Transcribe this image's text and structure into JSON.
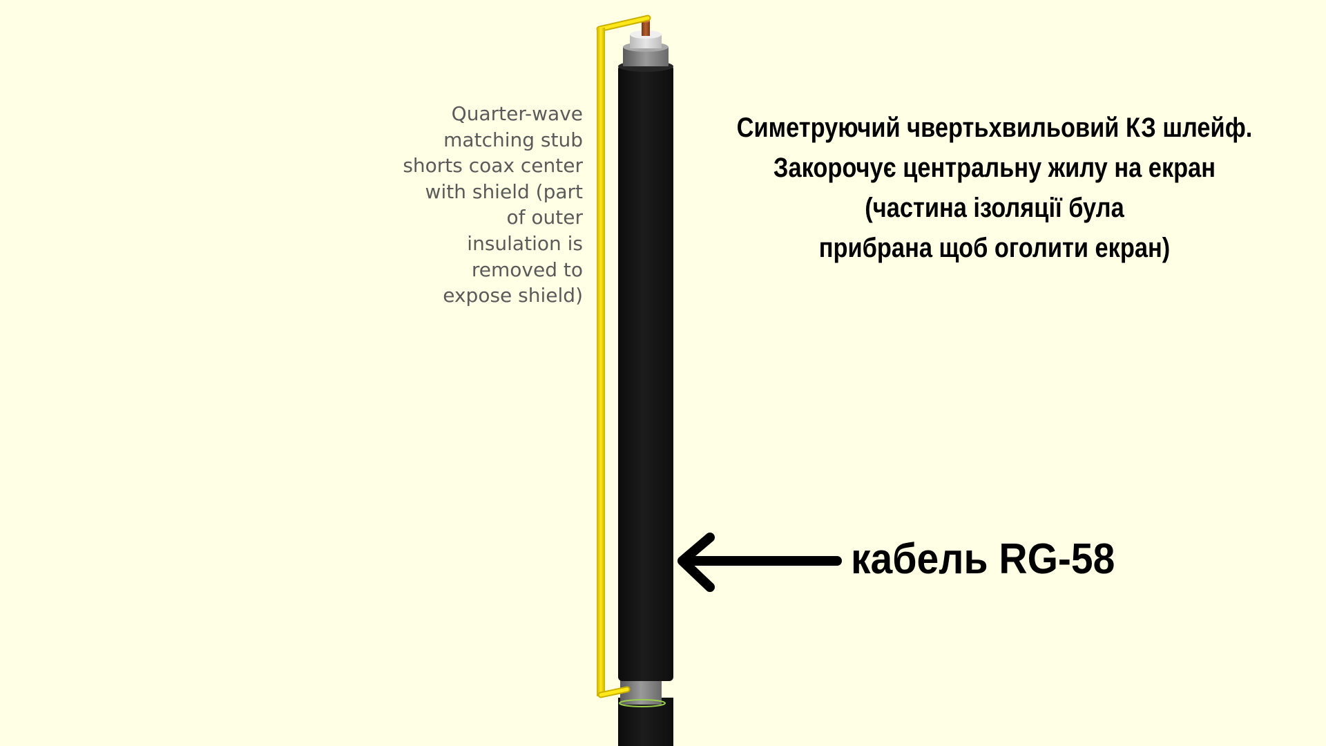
{
  "english_note": {
    "lines": [
      "Quarter-wave",
      "matching stub",
      "shorts coax center",
      "with shield (part",
      "of outer",
      "insulation is",
      "removed to",
      "expose shield)"
    ]
  },
  "ukrainian_title": {
    "lines": [
      "Симетруючий чвертьхвильовий КЗ шлейф.",
      "Закорочує центральну жилу на екран",
      "(частина ізоляції була",
      "прибрана щоб оголити екран)"
    ]
  },
  "cable_label": "кабель RG-58",
  "colors": {
    "background": "#ffffe5",
    "stub_wire": "#f2d600",
    "cable_jacket": "#141414",
    "shield": "#8a8a8a",
    "dielectric": "#cfcfcf",
    "center_conductor": "#9a4a22",
    "arrow": "#000000"
  },
  "icons": {
    "arrow": "arrow-left-icon"
  }
}
